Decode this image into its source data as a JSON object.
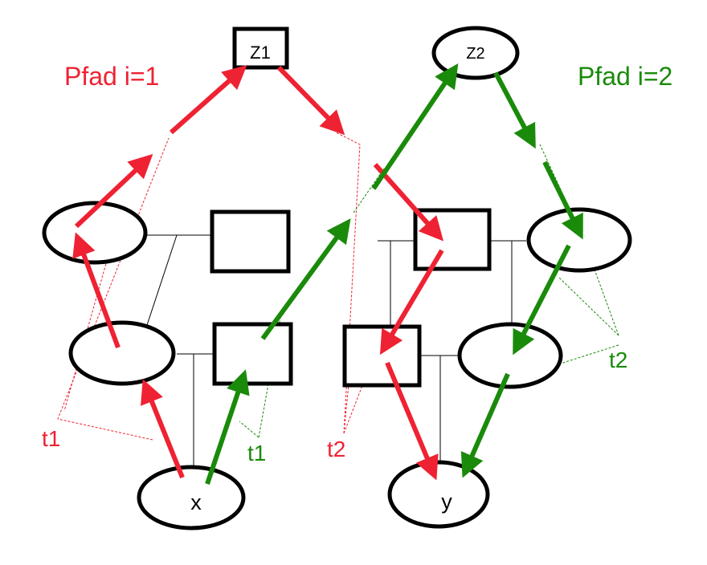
{
  "colors": {
    "path1": "#ee2233",
    "path2": "#1a8a0a",
    "node_stroke": "#000000"
  },
  "nodes": {
    "z1": "Z1",
    "z2": "Z2",
    "x": "x",
    "y": "y"
  },
  "paths": {
    "path1": {
      "label": "Pfad i=1",
      "t_left": "t1",
      "t_right": "t2"
    },
    "path2": {
      "label": "Pfad i=2",
      "t_left": "t1",
      "t_right": "t2"
    }
  }
}
